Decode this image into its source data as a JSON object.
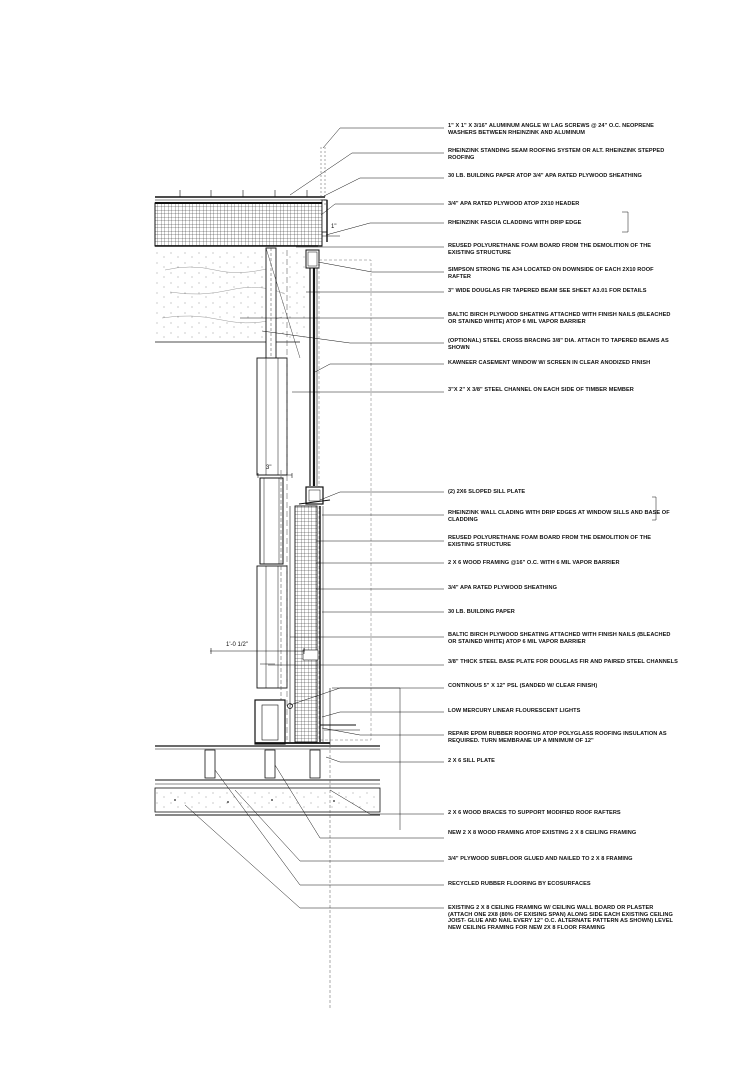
{
  "labels": [
    "1\" X 1\" X 3/16\" ALUMINUM ANGLE  W/ LAG SCREWS @ 24\" O.C. NEOPRENE WASHERS BETWEEN RHEINZINK AND ALUMINUM",
    "RHEINZINK STANDING SEAM ROOFING SYSTEM OR ALT. RHEINZINK STEPPED ROOFING",
    "30 LB. BUILDING PAPER ATOP 3/4\" APA RATED PLYWOOD SHEATHING",
    "3/4\" APA RATED PLYWOOD ATOP 2X10 HEADER",
    "RHEINZINK FASCIA CLADDING WITH DRIP EDGE",
    "REUSED POLYURETHANE FOAM BOARD FROM THE DEMOLITION OF THE EXISTING STRUCTURE",
    "SIMPSON STRONG TIE A34 LOCATED ON DOWNSIDE OF EACH 2X10 ROOF RAFTER",
    "3\" WIDE DOUGLAS FIR TAPERED BEAM SEE SHEET A3.01 FOR DETAILS",
    "BALTIC BIRCH PLYWOOD SHEATING ATTACHED WITH FINISH NAILS  (BLEACHED OR STAINED WHITE) ATOP 6 MIL VAPOR BARRIER",
    "(OPTIONAL) STEEL CROSS BRACING 3/8\" DIA. ATTACH TO TAPERED BEAMS AS SHOWN",
    "KAWNEER CASEMENT WINDOW W/ SCREEN IN CLEAR ANODIZED FINISH",
    "3\"X 2\" X 3/8\" STEEL CHANNEL ON EACH SIDE OF TIMBER MEMBER",
    "(2) 2X6 SLOPED SILL PLATE",
    "RHEINZINK WALL CLADING WITH DRIP EDGES AT WINDOW SILLS AND BASE OF CLADDING",
    "REUSED POLYURETHANE FOAM BOARD FROM THE DEMOLITION OF THE EXISTING STRUCTURE",
    "2 X 6  WOOD FRAMING @16\" O.C. WITH 6 MIL VAPOR BARRIER",
    "3/4\" APA RATED PLYWOOD SHEATHING",
    "30 LB. BUILDING PAPER",
    "BALTIC BIRCH PLYWOOD SHEATING ATTACHED WITH FINISH NAILS  (BLEACHED OR STAINED WHITE) ATOP 6 MIL VAPOR BARRIER",
    "3/8\"  THICK STEEL BASE  PLATE FOR DOUGLAS FIR AND PAIRED STEEL CHANNELS",
    "CONTINOUS 5\" X 12\" PSL (SANDED W/ CLEAR FINISH)",
    "LOW MERCURY LINEAR FLOURESCENT LIGHTS",
    "REPAIR EPDM RUBBER ROOFING ATOP POLYGLASS ROOFING INSULATION AS REQUIRED. TURN MEMBRANE UP A MINIMUM OF 12\"",
    "2 X 6 SILL PLATE",
    "2 X 6 WOOD BRACES TO SUPPORT MODIFIED ROOF RAFTERS",
    "NEW  2 X 8 WOOD FRAMING ATOP EXISTING 2 X 8 CEILING FRAMING",
    "3/4\" PLYWOOD SUBFLOOR GLUED AND NAILED TO 2 X 8 FRAMING",
    "RECYCLED RUBBER FLOORING BY ECOSURFACES",
    "EXISTING 2 X 8 CEILING FRAMING W/ CEILING WALL BOARD OR PLASTER (ATTACH ONE 2X8 (80% OF EXISING SPAN) ALONG SIDE EACH EXISTING CEILING JOIST- GLUE AND NAIL EVERY 12\" O.C. ALTERNATE PATTERN AS SHOWN) LEVEL NEW CEILING FRAMING FOR NEW 2X 8 FLOOR FRAMING"
  ],
  "dims": {
    "fascia": "1\"",
    "beam": "3\"",
    "base": "1'-0 1/2\""
  }
}
